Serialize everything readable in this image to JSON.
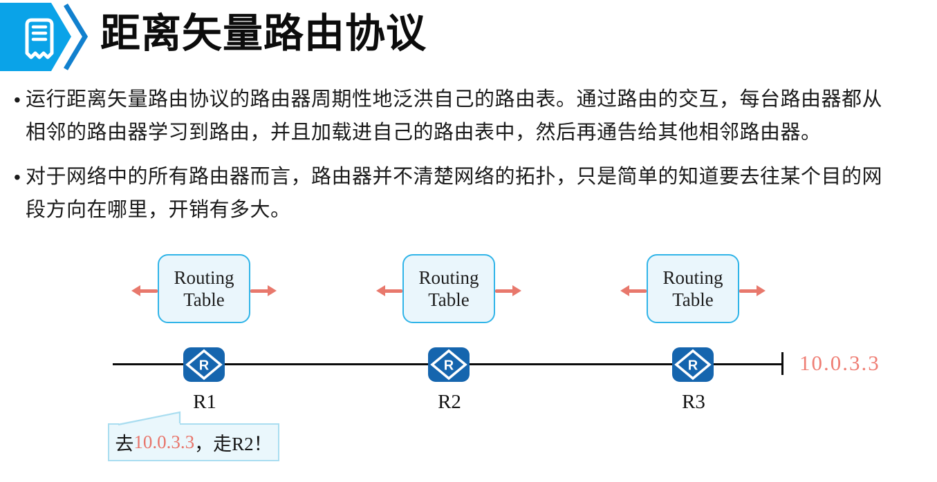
{
  "header": {
    "title": "距离矢量路由协议"
  },
  "bullet_marker": "•",
  "bullets": [
    {
      "lines": [
        "运行距离矢量路由协议的路由器周期性地泛洪自己的路由表。通过路由的交互，每台路由器都从",
        "相邻的路由器学习到路由，并且加载进自己的路由表中，然后再通告给其他相邻路由器。"
      ]
    },
    {
      "lines": [
        "对于网络中的所有路由器而言，路由器并不清楚网络的拓扑，只是简单的知道要去往某个目的网",
        "段方向在哪里，开销有多大。"
      ]
    }
  ],
  "diagram": {
    "router_icon_letter": "R",
    "routers": [
      {
        "label": "R1",
        "routing_table_label": "Routing Table"
      },
      {
        "label": "R2",
        "routing_table_label": "Routing Table"
      },
      {
        "label": "R3",
        "routing_table_label": "Routing Table"
      }
    ],
    "network_label": "10.0.3.3",
    "callout": {
      "prefix": "去",
      "destination": "10.0.3.3",
      "suffix": "，走R2！"
    },
    "colors": {
      "accent_cyan": "#0AA3E8",
      "chevron_blue": "#1180CE",
      "router_blue": "#1565AE",
      "box_border_cyan": "#30B4E8",
      "box_fill": "#EAF6FC",
      "arrow_salmon": "#E8786C",
      "highlight_red": "#EF7E74"
    }
  }
}
